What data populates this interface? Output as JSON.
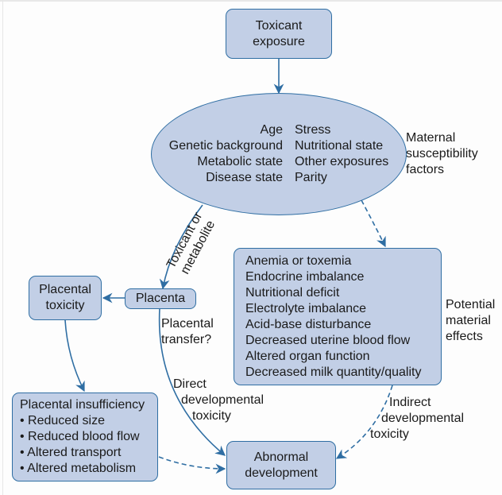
{
  "colors": {
    "node_fill": "#c2cfe6",
    "node_border": "#2f6ea3",
    "arrow": "#2f6ea3",
    "text": "#1a1a1a"
  },
  "nodes": {
    "toxicant_exposure": {
      "line1": "Toxicant",
      "line2": "exposure"
    },
    "maternal_factors": {
      "left": [
        "Age",
        "Genetic background",
        "Metabolic state",
        "Disease state"
      ],
      "right": [
        "Stress",
        "Nutritional state",
        "Other exposures",
        "Parity"
      ]
    },
    "placenta": {
      "label": "Placenta"
    },
    "placental_toxicity": {
      "line1": "Placental",
      "line2": "toxicity"
    },
    "maternal_effects": {
      "items": [
        "Anemia or toxemia",
        "Endocrine imbalance",
        "Nutritional deficit",
        "Electrolyte imbalance",
        "Acid-base disturbance",
        "Decreased uterine blood flow",
        "Altered organ function",
        "Decreased milk quantity/quality"
      ]
    },
    "placental_insufficiency": {
      "title": "Placental insufficiency",
      "items": [
        "• Reduced size",
        "• Reduced blood flow",
        "• Altered transport",
        "• Altered metabolism"
      ]
    },
    "abnormal_development": {
      "line1": "Abnormal",
      "line2": "development"
    }
  },
  "labels": {
    "maternal_susceptibility": [
      "Maternal",
      "susceptibility",
      "factors"
    ],
    "toxicant_or_metabolite": [
      "Toxicant or",
      "metabolite"
    ],
    "placental_transfer": [
      "Placental",
      "transfer?"
    ],
    "potential_effects": [
      "Potential",
      "material",
      "effects"
    ],
    "direct_toxicity": [
      "Direct",
      "developmental",
      "toxicity"
    ],
    "indirect_toxicity": [
      "Indirect",
      "developmental",
      "toxicity"
    ]
  }
}
